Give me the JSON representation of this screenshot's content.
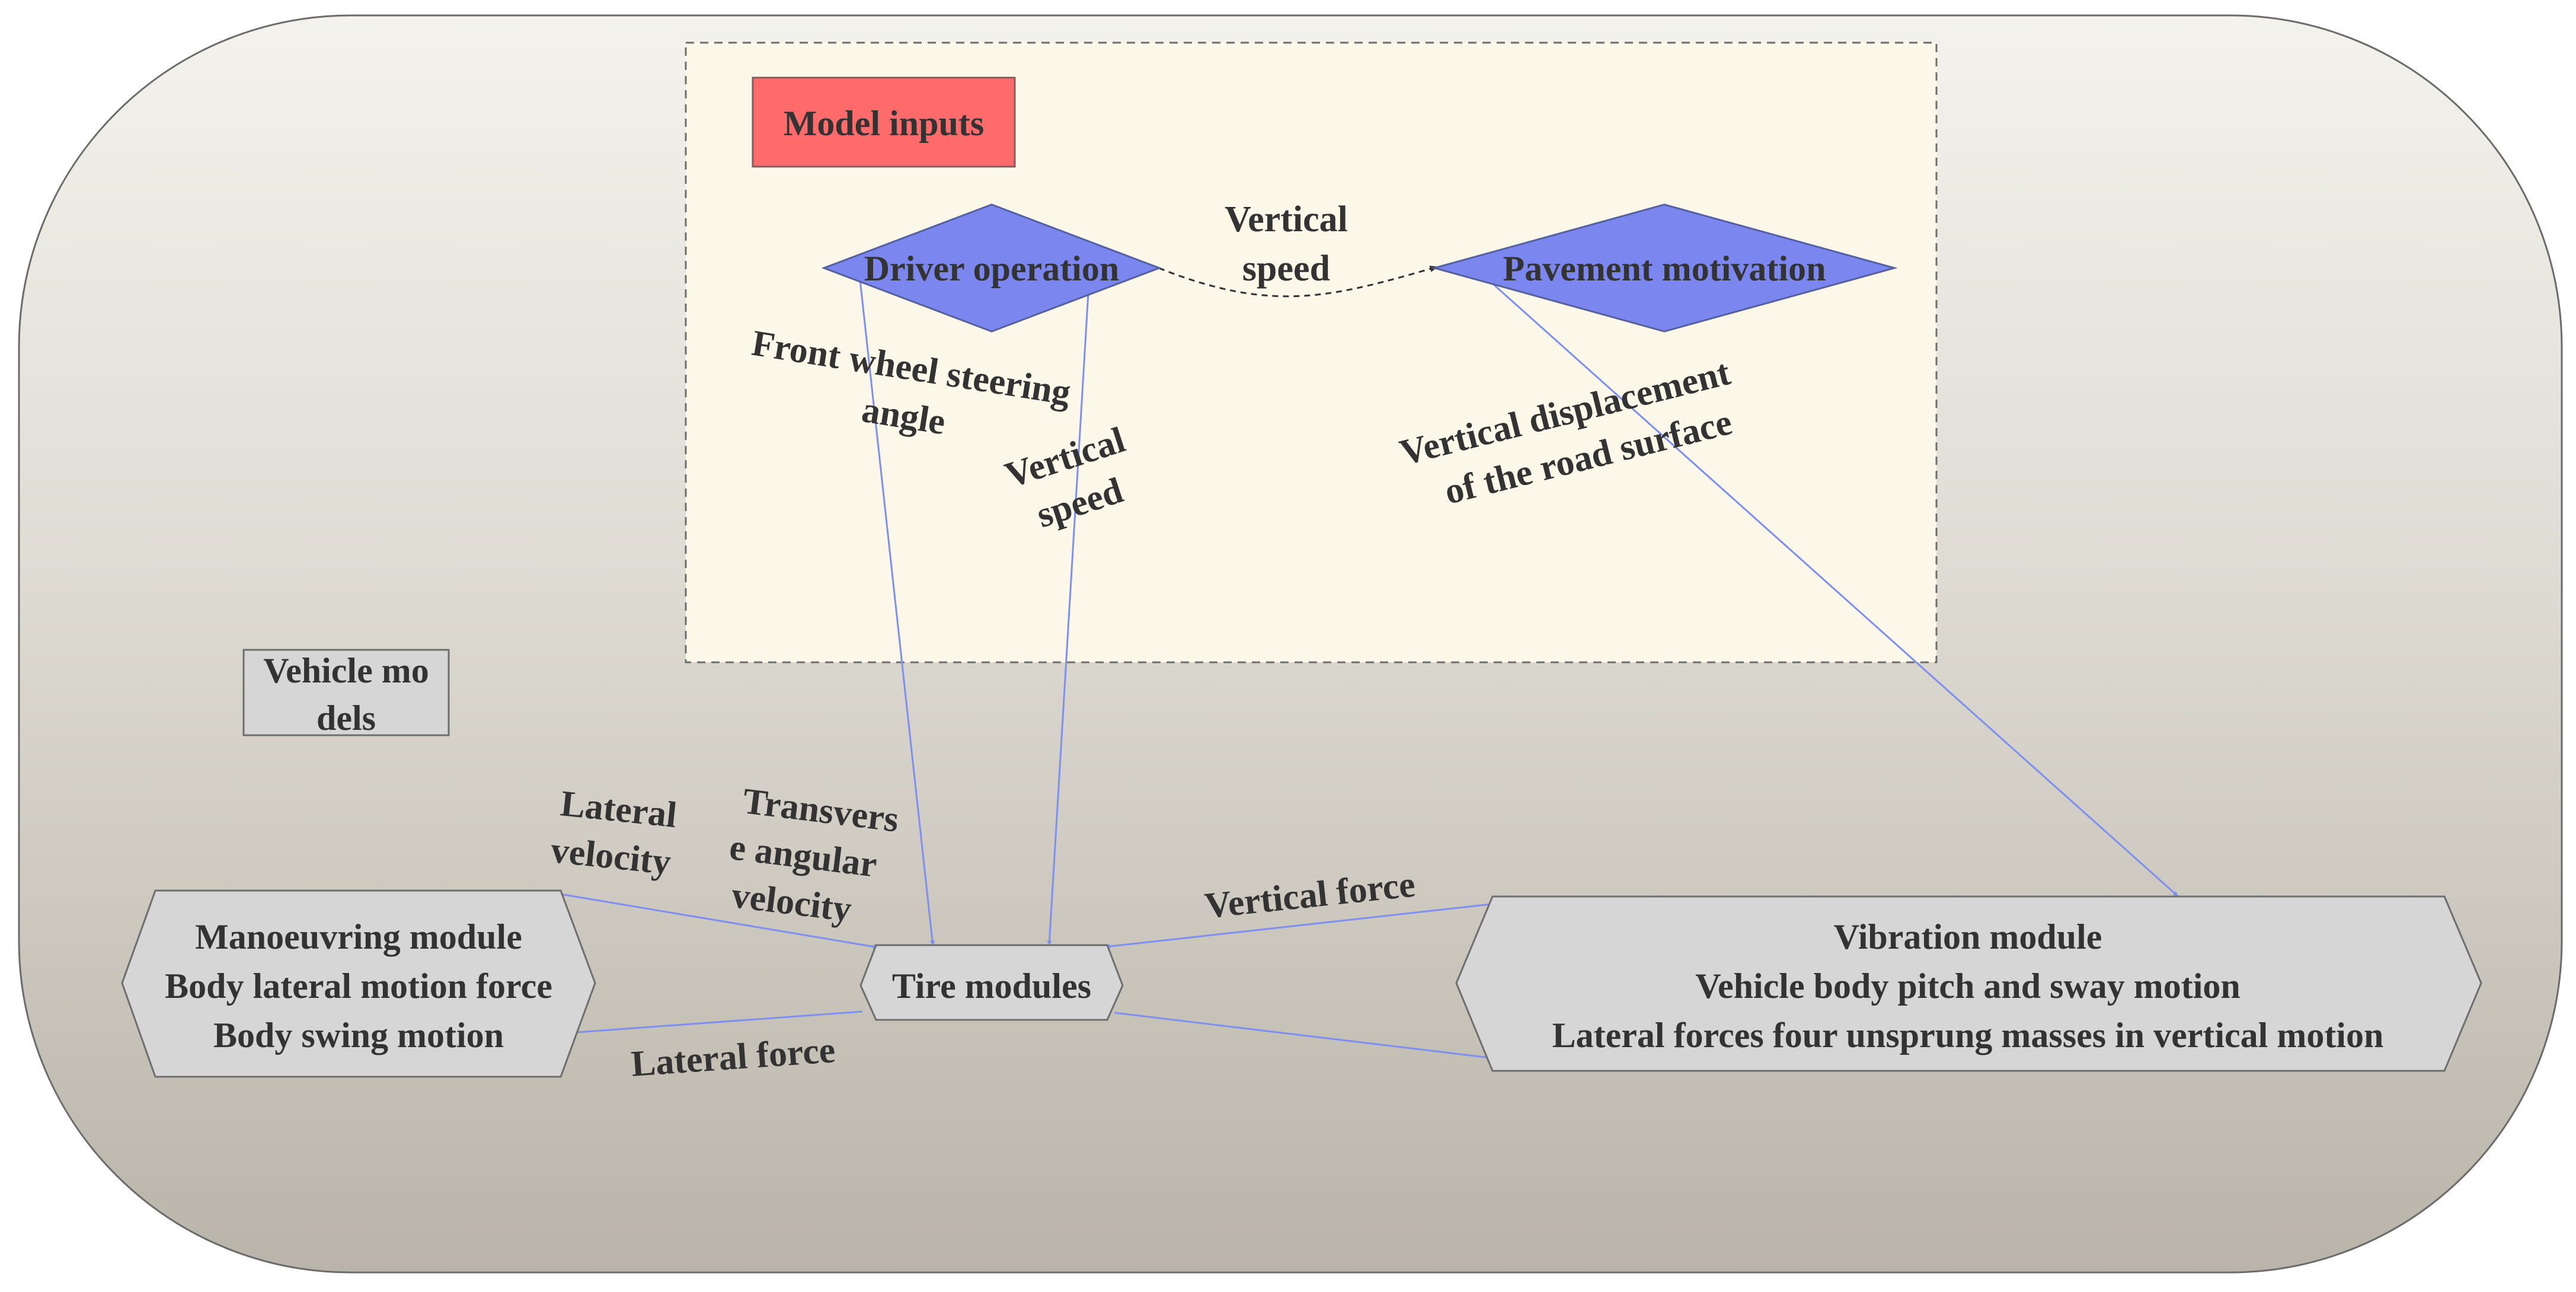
{
  "diagram": {
    "outer_container_label": [
      "Vehicle mo",
      "dels"
    ],
    "inputs_group_label": "Model inputs",
    "nodes": {
      "driver_operation": "Driver operation",
      "pavement_motivation": "Pavement motivation",
      "tire_modules": "Tire modules",
      "manoeuvring_module": [
        "Manoeuvring module",
        "Body lateral motion force",
        "Body swing motion"
      ],
      "vibration_module": [
        "Vibration module",
        "Vehicle body pitch and sway motion",
        "Lateral forces four unsprung masses in vertical motion"
      ]
    },
    "edge_labels": {
      "driver_to_pavement": [
        "Vertical",
        "speed"
      ],
      "driver_to_tire_steering": [
        "Front wheel steering",
        "angle"
      ],
      "driver_to_tire_speed": [
        "Vertical",
        "speed"
      ],
      "pavement_to_vibration": [
        "Vertical displacement",
        "of the road surface"
      ],
      "manoeuvring_to_tire_velocity": [
        "Lateral",
        "velocity"
      ],
      "manoeuvring_to_tire_angular": [
        "Transvers",
        "e angular",
        "velocity"
      ],
      "vibration_to_tire": "Vertical force",
      "tire_to_manoeuvring": "Lateral force"
    },
    "colors": {
      "input_diamond": "#7b86ee",
      "model_inputs_box": "#ff6b6b",
      "inputs_panel": "#fbf7e9",
      "module_fill": "#d6d6d6",
      "arrow": "#7f8ff0",
      "container_top": "#f3f2ec",
      "container_bottom": "#b9b4a9"
    }
  }
}
